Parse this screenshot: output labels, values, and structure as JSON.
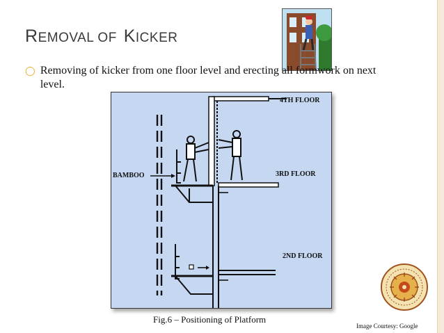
{
  "slide": {
    "title_part1_cap": "R",
    "title_part1_rest": "EMOVAL OF",
    "title_part2_cap": "K",
    "title_part2_rest": "ICKER",
    "bullet_text": "Removing of kicker from one floor level and erecting all formwork on next level.",
    "caption": "Fig.6 – Positioning of Platform",
    "credit": "Image Courtesy: Google"
  },
  "figure_labels": {
    "floor_4": "4TH FLOOR",
    "floor_3": "3RD FLOOR",
    "floor_2": "2ND FLOOR",
    "bamboo": "BAMBOO"
  },
  "icons": {
    "bullet": "ring-bullet-icon",
    "clipart": "worker-on-ladder-icon",
    "seal": "institute-seal-icon"
  },
  "colors": {
    "accent": "#e0a31c",
    "figure_bg": "#c6d7f2",
    "title": "#3a3a3a"
  }
}
